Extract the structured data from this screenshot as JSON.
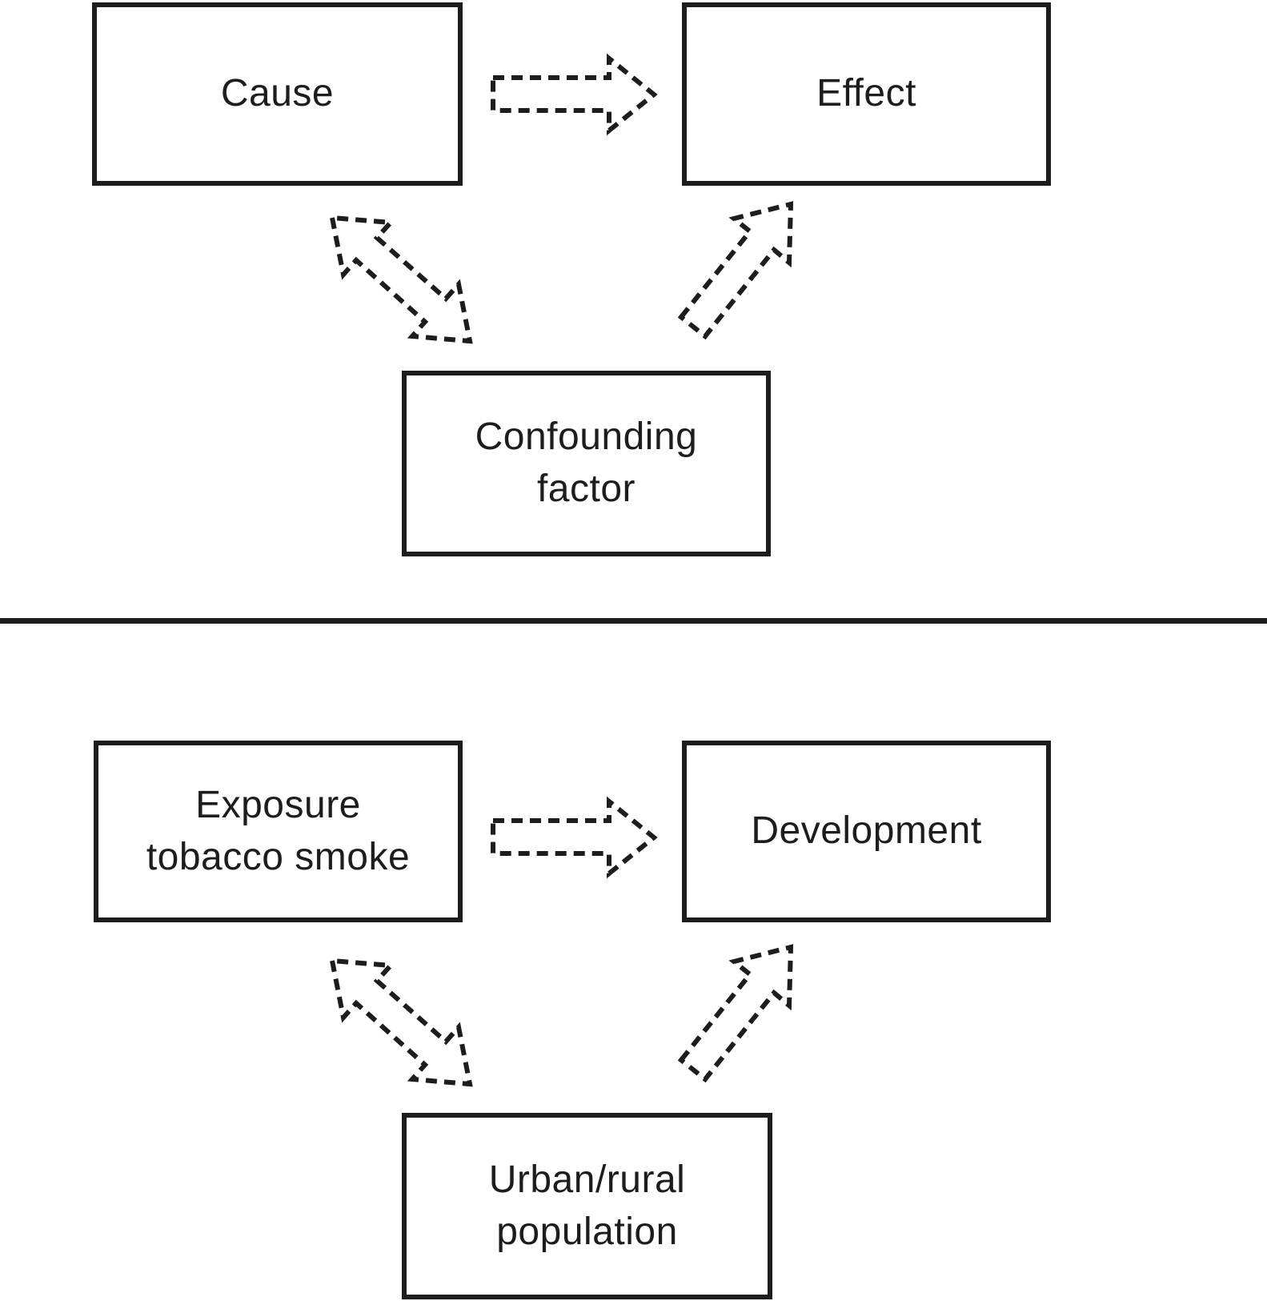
{
  "figure": {
    "colors": {
      "ink": "#1d1d1d",
      "background": "#ffffff"
    },
    "top_panel": {
      "cause_label": "Cause",
      "effect_label": "Effect",
      "confounder_label": "Confounding\nfactor",
      "arrows": [
        {
          "name": "cause-to-effect-arrow",
          "style": "dashed-outline-block-arrow",
          "direction": "right"
        },
        {
          "name": "cause-confounder-arrow",
          "style": "dashed-outline-block-arrow",
          "direction": "double-headed-diagonal"
        },
        {
          "name": "confounder-to-effect-arrow",
          "style": "dashed-outline-block-arrow",
          "direction": "up-right"
        }
      ]
    },
    "bottom_panel": {
      "cause_label": "Exposure\ntobacco smoke",
      "effect_label": "Development",
      "confounder_label": "Urban/rural\npopulation",
      "arrows": [
        {
          "name": "exposure-to-development-arrow",
          "style": "dashed-outline-block-arrow",
          "direction": "right"
        },
        {
          "name": "exposure-urban-arrow",
          "style": "dashed-outline-block-arrow",
          "direction": "double-headed-diagonal"
        },
        {
          "name": "urban-to-development-arrow",
          "style": "dashed-outline-block-arrow",
          "direction": "up-right"
        }
      ]
    }
  }
}
